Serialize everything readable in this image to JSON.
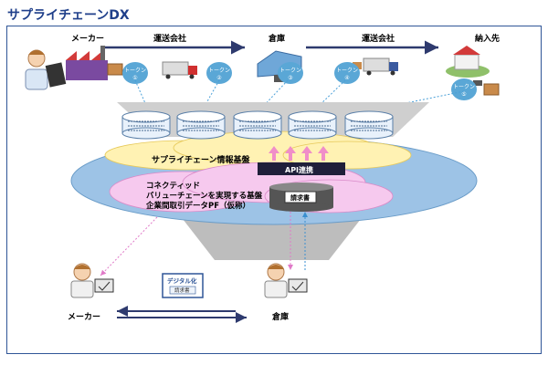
{
  "title": "サプライチェーンDX",
  "top_flow": {
    "maker": "メーカー",
    "transport1": "運送会社",
    "warehouse": "倉庫",
    "transport2": "運送会社",
    "destination": "納入先"
  },
  "tokens": [
    {
      "label": "トークン",
      "num": "①"
    },
    {
      "label": "トークン",
      "num": "②"
    },
    {
      "label": "トークン",
      "num": "③"
    },
    {
      "label": "トークン",
      "num": "④"
    },
    {
      "label": "トークン",
      "num": "⑤"
    }
  ],
  "platform": {
    "info_base": "サプライチェーン情報基盤",
    "api_label": "API連携",
    "connected_line1": "コネクティッド",
    "connected_line2": "バリューチェーンを実現する基盤",
    "connected_line3": "企業間取引データPF（仮称）",
    "invoice": "請求書"
  },
  "bottom_flow": {
    "maker": "メーカー",
    "warehouse": "倉庫",
    "digital_label": "デジタル化",
    "digital_doc": "請求書"
  },
  "colors": {
    "title": "#1f3f8a",
    "frame": "#2f5597",
    "arrow": "#2e3a6e",
    "token": "#5aa7d6",
    "yellow_cloud": "#fff2b3",
    "pink_cloud": "#f6c9ee",
    "platform_disk": "#9dc3e6",
    "api_bar": "#1f1f3a"
  }
}
